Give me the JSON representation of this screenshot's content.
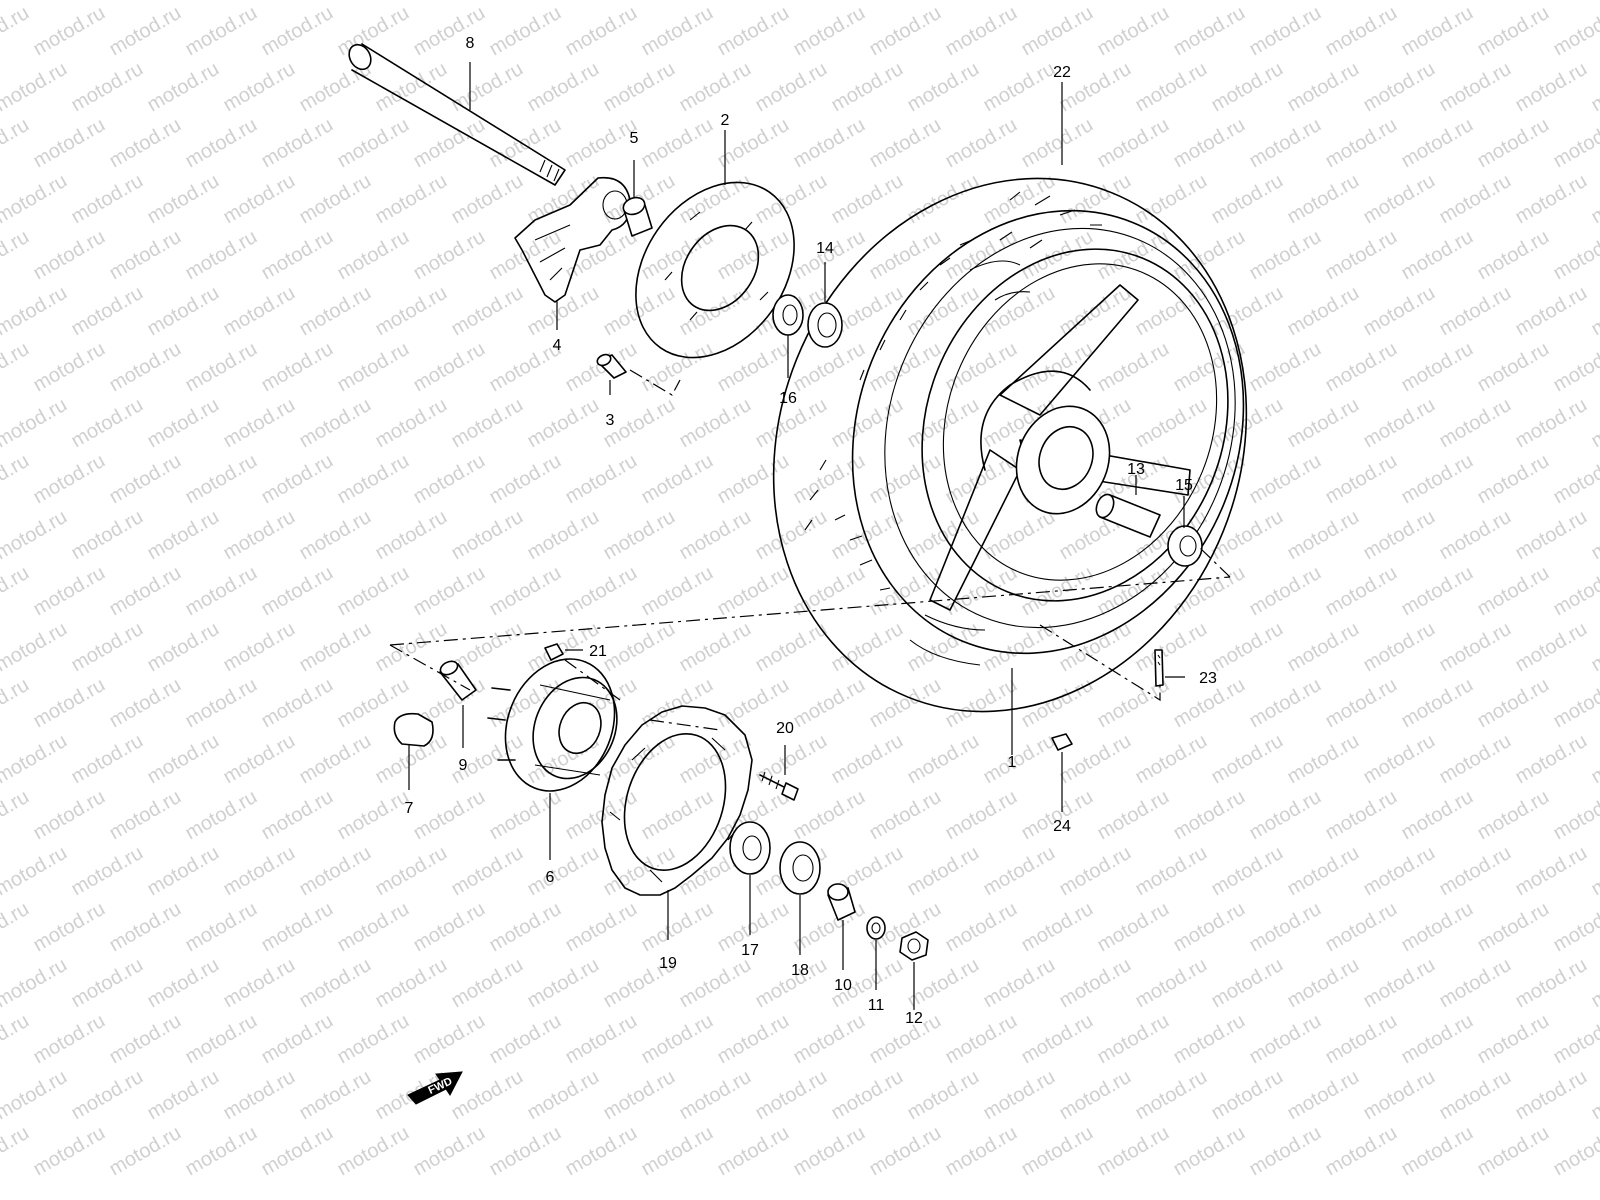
{
  "watermark": {
    "text": "motod.ru",
    "color": "#d0d0d0"
  },
  "direction_arrow": {
    "label": "FWD"
  },
  "part_numbers": [
    {
      "id": "1",
      "label": "1"
    },
    {
      "id": "2",
      "label": "2"
    },
    {
      "id": "3",
      "label": "3"
    },
    {
      "id": "4",
      "label": "4"
    },
    {
      "id": "5",
      "label": "5"
    },
    {
      "id": "6",
      "label": "6"
    },
    {
      "id": "7",
      "label": "7"
    },
    {
      "id": "8",
      "label": "8"
    },
    {
      "id": "9",
      "label": "9"
    },
    {
      "id": "10",
      "label": "10"
    },
    {
      "id": "11",
      "label": "11"
    },
    {
      "id": "12",
      "label": "12"
    },
    {
      "id": "13",
      "label": "13"
    },
    {
      "id": "14",
      "label": "14"
    },
    {
      "id": "15",
      "label": "15"
    },
    {
      "id": "16",
      "label": "16"
    },
    {
      "id": "17",
      "label": "17"
    },
    {
      "id": "18",
      "label": "18"
    },
    {
      "id": "19",
      "label": "19"
    },
    {
      "id": "20",
      "label": "20"
    },
    {
      "id": "21",
      "label": "21"
    },
    {
      "id": "22",
      "label": "22"
    },
    {
      "id": "23",
      "label": "23"
    },
    {
      "id": "24",
      "label": "24"
    }
  ]
}
